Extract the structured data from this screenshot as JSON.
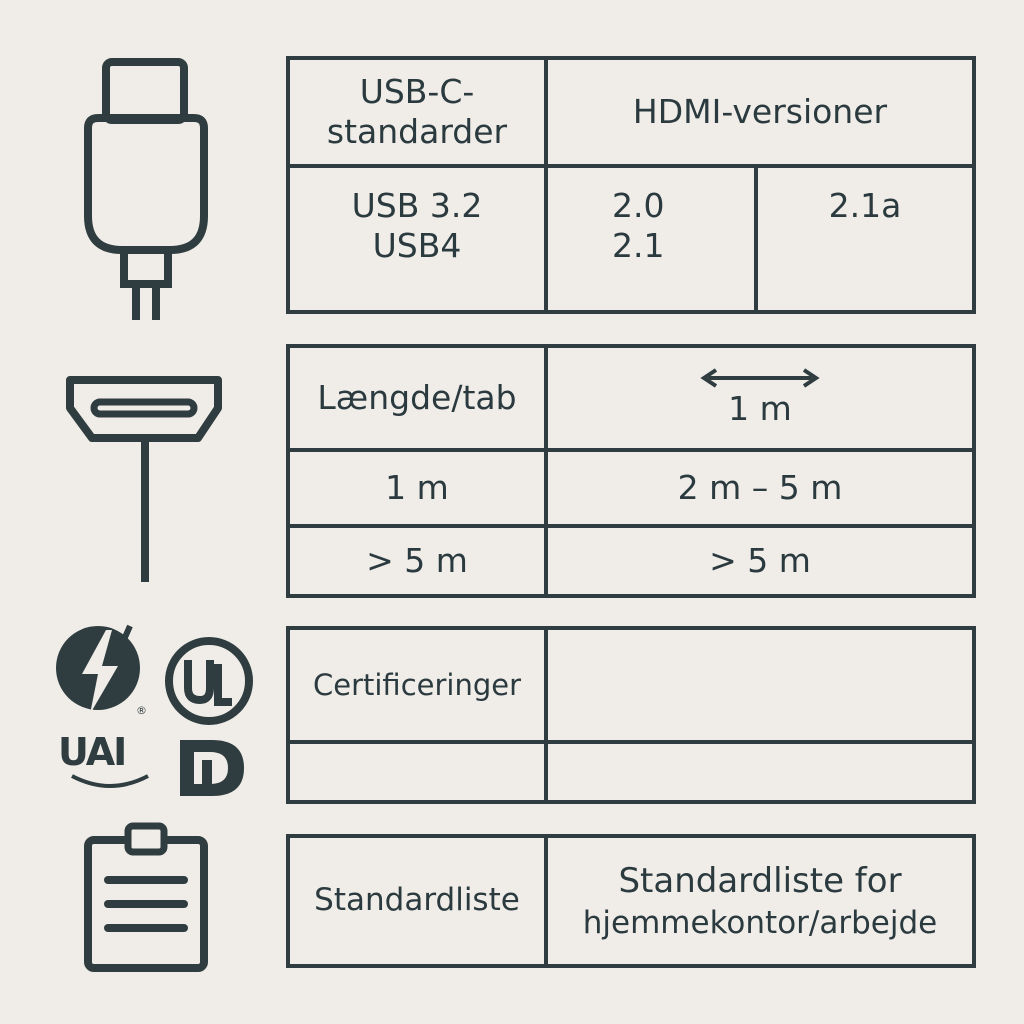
{
  "colors": {
    "background": "#f0ede8",
    "ink": "#2f3d40"
  },
  "icons": {
    "usb_c_plug": "usb-c-plug-icon",
    "hdmi_plug": "hdmi-plug-icon",
    "thunderbolt": "thunderbolt-logo-icon",
    "ul": "ul-certification-logo-icon",
    "uai": "uai-logo-icon",
    "displayport": "displayport-logo-icon",
    "checklist": "clipboard-checklist-icon"
  },
  "logos": {
    "ul_text": "UL",
    "uai_text": "UAI",
    "registered": "®"
  },
  "table_standards": {
    "usb_header_line1": "USB-C-",
    "usb_header_line2": "standarder",
    "hdmi_header": "HDMI-versioner",
    "usb_versions": [
      "USB 3.2",
      "USB4"
    ],
    "hdmi_versions_a": [
      "2.0",
      "2.1"
    ],
    "hdmi_version_b": "2.1a"
  },
  "table_length": {
    "header_label": "Længde/tab",
    "header_arrow_label": "1 m",
    "rows": [
      {
        "left": "1 m",
        "right": "2 m – 5 m"
      },
      {
        "left": "> 5 m",
        "right": "> 5 m"
      }
    ]
  },
  "table_cert": {
    "label": "Certificeringer"
  },
  "table_list": {
    "label": "Standardliste",
    "value_line1": "Standardliste for",
    "value_line2": "hjemmekontor/arbejde"
  }
}
